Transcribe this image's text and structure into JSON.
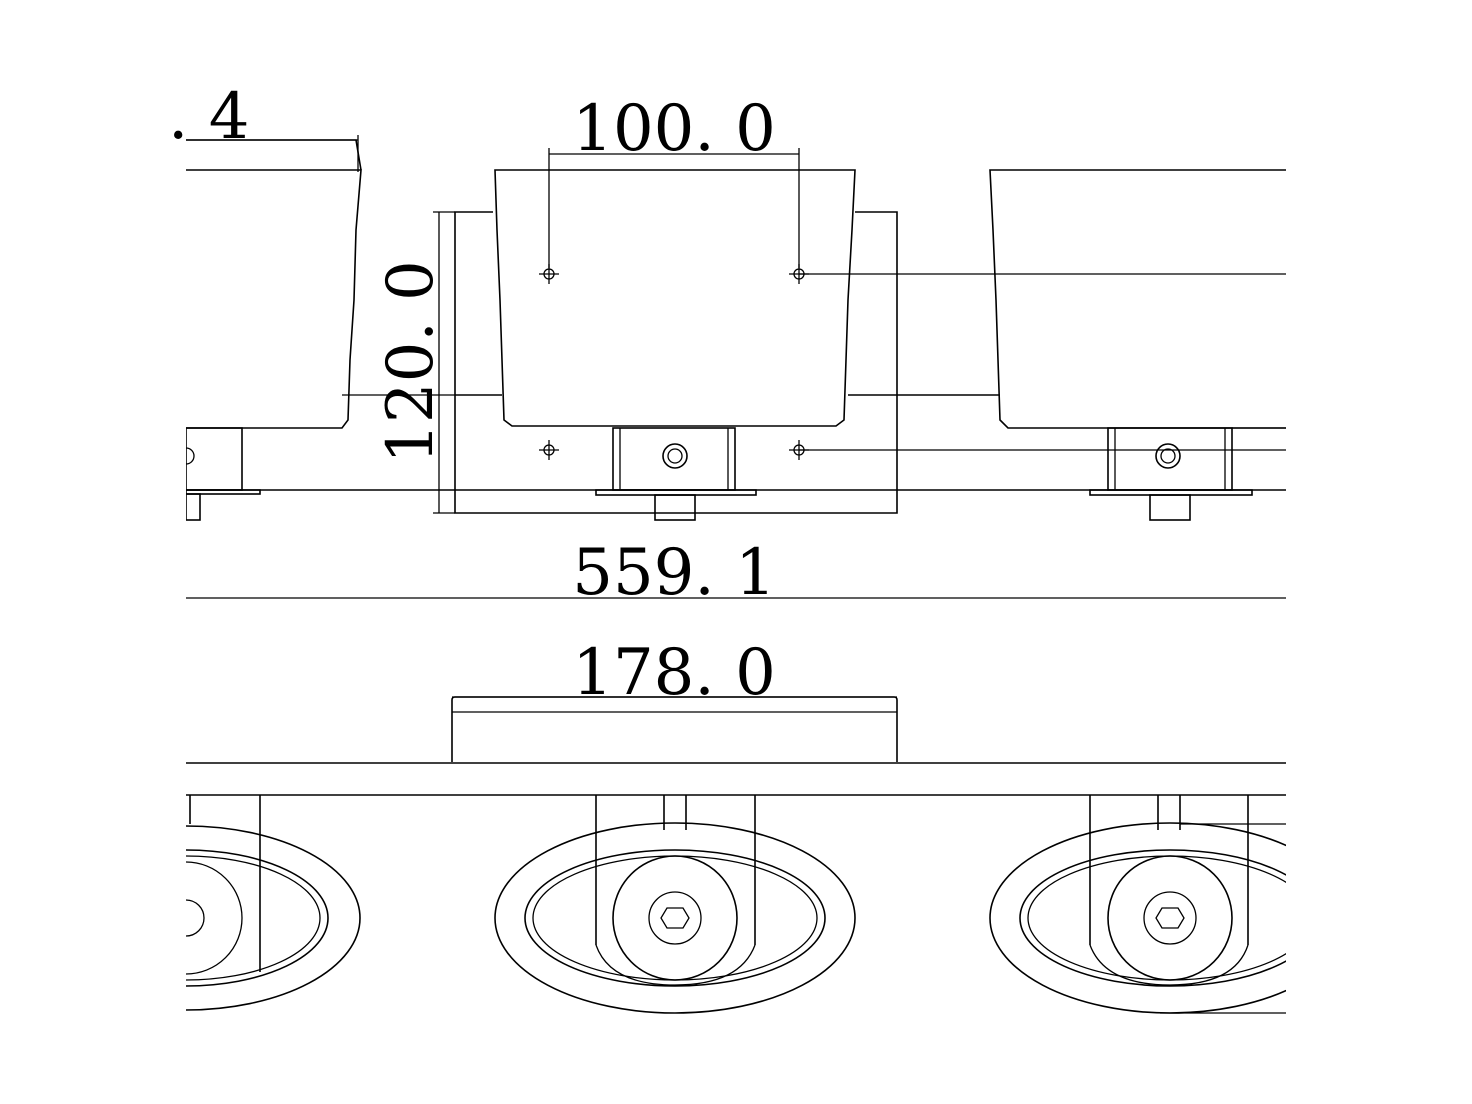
{
  "drawing": {
    "dimensions": {
      "partial_top_left": ". 4",
      "hole_spacing": "100. 0",
      "height": "120. 0",
      "overall_length": "559. 1",
      "plate_width": "178. 0"
    },
    "colors": {
      "line": "#000000",
      "background": "#ffffff"
    }
  }
}
